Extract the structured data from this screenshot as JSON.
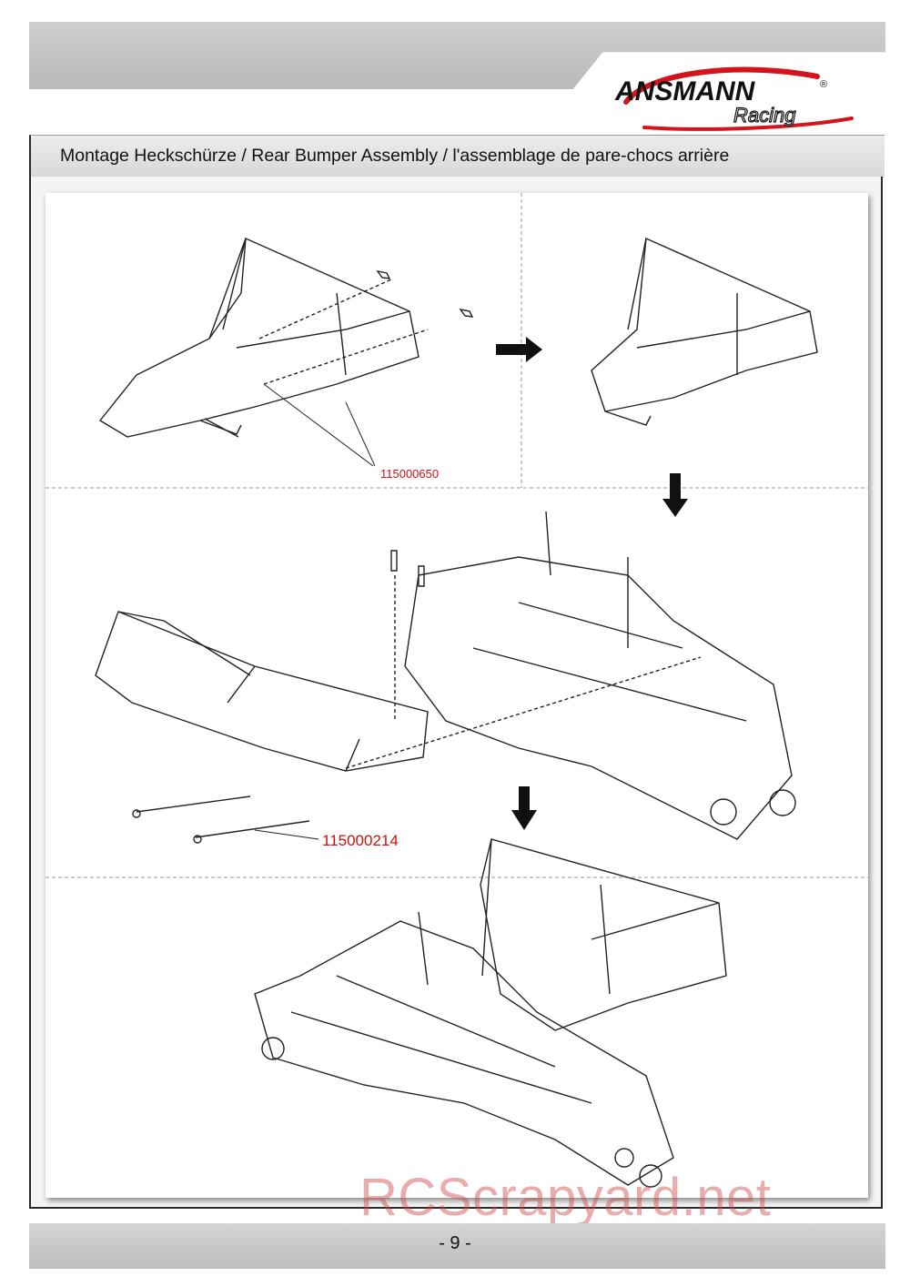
{
  "brand": {
    "name": "ANSMANN",
    "sub": "Racing",
    "registered": "®",
    "accent_color": "#d4141c"
  },
  "header": {
    "title": "Montage Heckschürze / Rear Bumper Assembly / l'assemblage de pare-chocs arrière"
  },
  "diagram": {
    "steps": [
      {
        "part_number": "115000650"
      },
      {
        "part_number": "115000214"
      }
    ]
  },
  "footer": {
    "page": "- 9 -",
    "watermark": "RCScrapyard.net"
  }
}
